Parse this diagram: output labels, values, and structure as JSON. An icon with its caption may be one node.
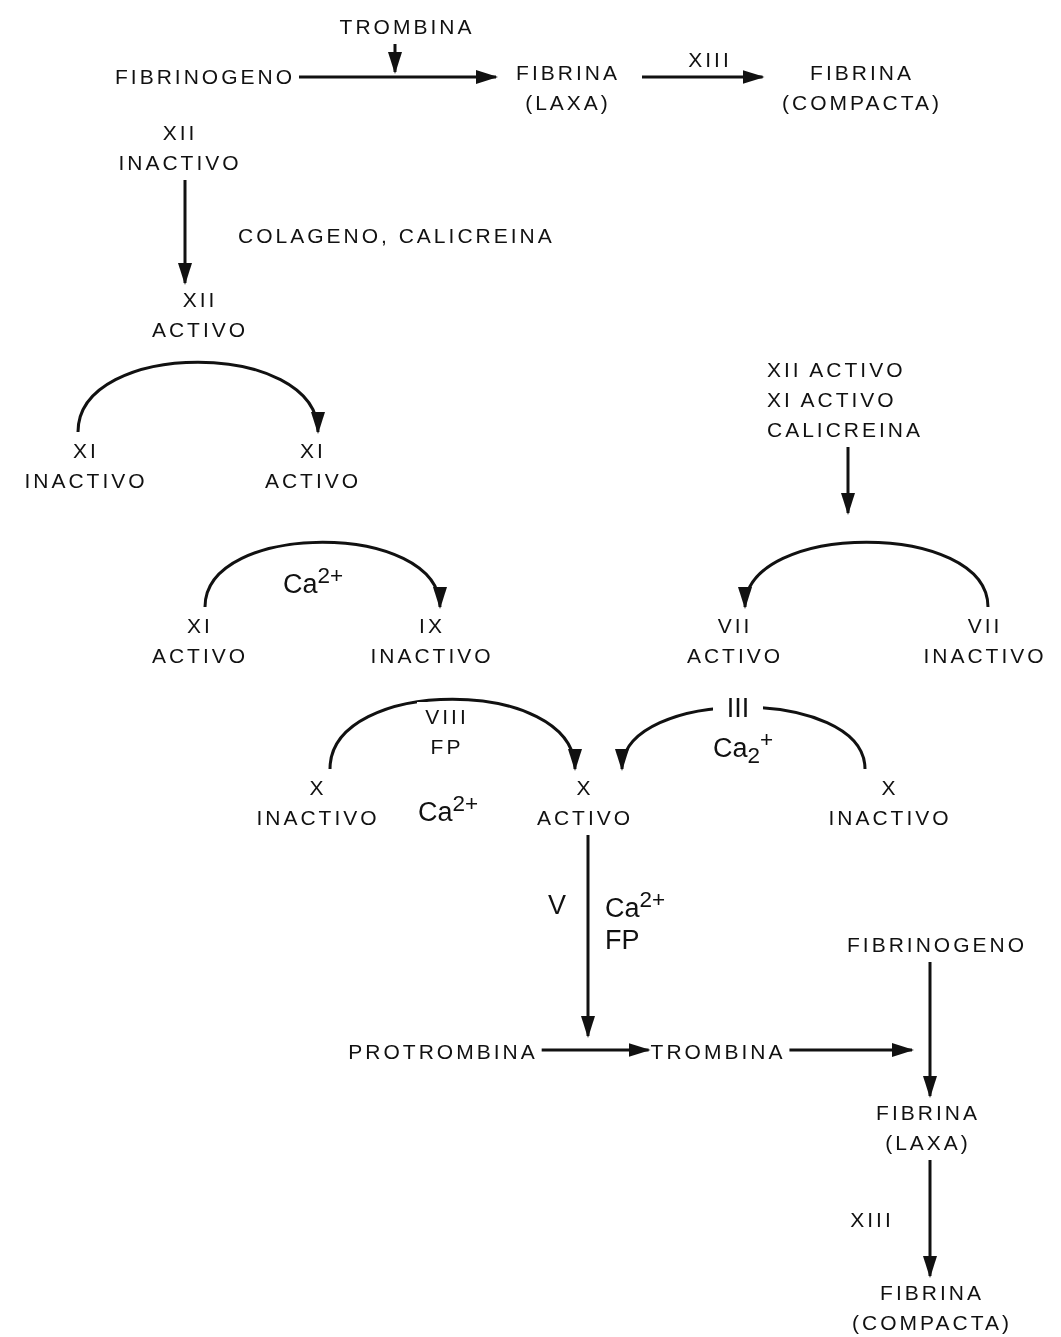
{
  "diagram": {
    "nodes": [
      {
        "text": [
          "TROMBINA"
        ]
      },
      {
        "text": [
          "FIBRINOGENO"
        ]
      },
      {
        "text": [
          "FIBRINA (LAXA)"
        ]
      },
      {
        "text": [
          "FIBRINA (COMPACTA)"
        ]
      },
      {
        "text": [
          "XII INACTIVO"
        ]
      },
      {
        "text": [
          "XII ACTIVO"
        ]
      },
      {
        "text": [
          "XI INACTIVO"
        ]
      },
      {
        "text": [
          "XI ACTIVO"
        ]
      },
      {
        "text": [
          "XII ACTIVO XI ACTIVO CALICREINA"
        ]
      },
      {
        "text": [
          "XI ACTIVO"
        ]
      },
      {
        "text": [
          "IX INACTIVO"
        ]
      },
      {
        "text": [
          "VII ACTIVO"
        ]
      },
      {
        "text": [
          "VII INACTIVO"
        ]
      },
      {
        "text": [
          "X INACTIVO"
        ]
      },
      {
        "text": [
          "X ACTIVO"
        ]
      },
      {
        "text": [
          "X INACTIVO"
        ]
      },
      {
        "text": [
          "FIBRINOGENO"
        ]
      },
      {
        "text": [
          "PROTROMBINA"
        ]
      },
      {
        "text": [
          "TROMBINA"
        ]
      },
      {
        "text": [
          "FIBRINA (LAXA)"
        ]
      },
      {
        "text": [
          "FIBRINA (COMPACTA)"
        ]
      }
    ],
    "edges": [
      {
        "from": 0,
        "to": null,
        "arrow": "to"
      },
      {
        "from": 1,
        "to": 2,
        "arrow": "to"
      },
      {
        "from": 2,
        "to": 3,
        "arrow": "to",
        "label": "XIII"
      },
      {
        "from": 4,
        "to": 5,
        "arrow": "to",
        "label": "COLAGENO, CALICREINA"
      },
      {
        "from": 6,
        "to": 7,
        "arrow": "to"
      },
      {
        "from": 8,
        "to": null,
        "arrow": "to"
      },
      {
        "from": 12,
        "to": 11,
        "arrow": "to"
      },
      {
        "from": 9,
        "to": 10,
        "arrow": "to",
        "label": "Ca$^{2+}$"
      },
      {
        "from": 13,
        "to": 14,
        "arrow": "to",
        "label": "VIII FP"
      },
      {
        "from": 15,
        "to": 14,
        "arrow": "to",
        "label": "III Ca$_{2}$$^{+}$"
      },
      {
        "from": 14,
        "to": null,
        "arrow": "to"
      },
      {
        "from": 17,
        "to": 18,
        "arrow": "to"
      },
      {
        "from": 18,
        "to": null,
        "arrow": "to"
      },
      {
        "from": 16,
        "to": 19,
        "arrow": "to"
      },
      {
        "from": 19,
        "to": 20,
        "arrow": "to",
        "label": "XIII"
      }
    ],
    "labels": [
      "Ca$^{2+}$",
      "V",
      "Ca$^{2+}$ FP"
    ]
  }
}
